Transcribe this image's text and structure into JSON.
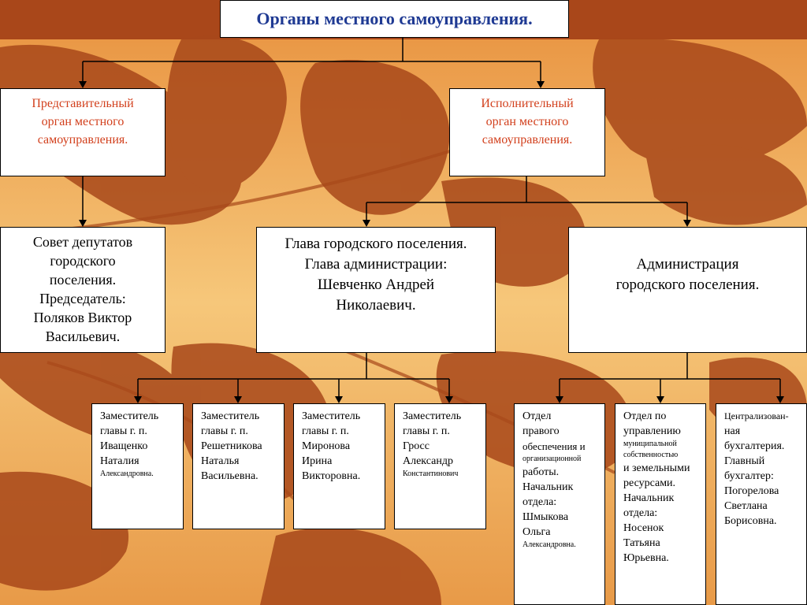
{
  "title": "Органы местного самоуправления.",
  "representative": [
    "Представительный",
    "орган местного",
    "самоуправления."
  ],
  "executive": [
    "Исполнительный",
    "орган местного",
    "самоуправления."
  ],
  "council": [
    "Совет депутатов",
    "городского",
    "поселения.",
    "Председатель:",
    "Поляков Виктор",
    "Васильевич."
  ],
  "head": [
    "Глава городского поселения.",
    "Глава администрации:",
    "Шевченко Андрей",
    "Николаевич."
  ],
  "administration": [
    "Администрация",
    "городского поселения."
  ],
  "deputy1": {
    "l1": "Заместитель",
    "l2": "главы г. п.",
    "l3": "Иващенко",
    "l4": "Наталия",
    "l5": "Александровна."
  },
  "deputy2": {
    "l1": "Заместитель",
    "l2": "главы г. п.",
    "l3": "Решетникова",
    "l4": "Наталья",
    "l5": "Васильевна."
  },
  "deputy3": {
    "l1": "Заместитель",
    "l2": "главы г. п.",
    "l3": "Миронова",
    "l4": "Ирина",
    "l5": "Викторовна."
  },
  "deputy4": {
    "l1": "Заместитель",
    "l2": "главы г. п.",
    "l3": "Гросс",
    "l4": "Александр",
    "l5": "Константинович"
  },
  "dept_legal": {
    "l1": "Отдел",
    "l2": "правого",
    "l3": "обеспечения и",
    "l4": "организационной",
    "l5": "работы.",
    "l6": "Начальник",
    "l7": "отдела:",
    "l8": "Шмыкова",
    "l9": "Ольга",
    "l10": "Александровна."
  },
  "dept_property": {
    "l1": "Отдел по",
    "l2": "управлению",
    "l3": "муниципальной",
    "l4": "собственностью",
    "l5": "и земельными",
    "l6": "ресурсами.",
    "l7": "Начальник",
    "l8": "отдела:",
    "l9": "Носенок",
    "l10": "Татьяна",
    "l11": "Юрьевна."
  },
  "dept_accounting": {
    "l1": "Централизован-",
    "l2": "ная",
    "l3": "бухгалтерия.",
    "l4": "Главный",
    "l5": "бухгалтер:",
    "l6": "Погорелова",
    "l7": "Светлана",
    "l8": "Борисовна."
  },
  "colors": {
    "title_text": "#1f3a93",
    "branch_text": "#d2401d",
    "bg_light": "#f5b765",
    "bg_dark": "#9a3f10"
  }
}
